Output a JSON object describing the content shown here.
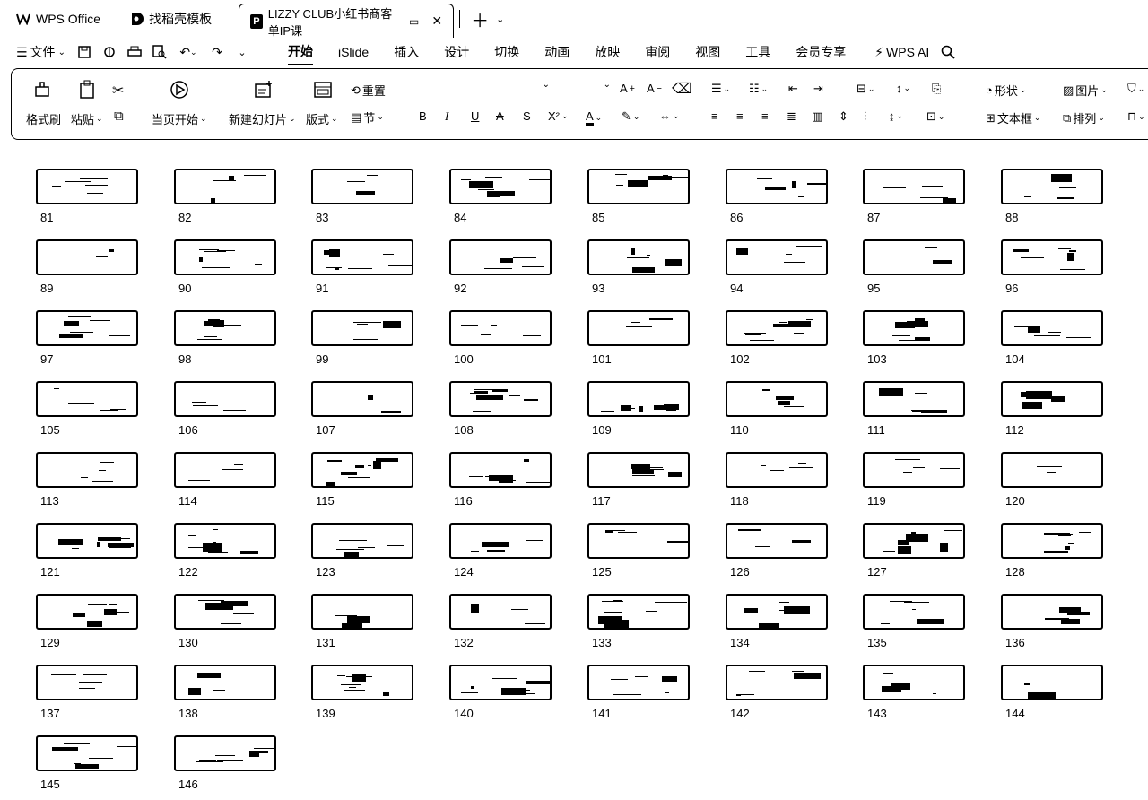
{
  "tabs": [
    {
      "label": "WPS Office",
      "icon": "wps-logo-icon"
    },
    {
      "label": "找稻壳模板",
      "icon": "docer-icon"
    },
    {
      "label": "LIZZY CLUB小红书商客单IP课",
      "icon": "ppt-file-icon",
      "active": true
    }
  ],
  "menu": {
    "file": "文件",
    "tabs": [
      "开始",
      "iSlide",
      "插入",
      "设计",
      "切换",
      "动画",
      "放映",
      "审阅",
      "视图",
      "工具",
      "会员专享"
    ],
    "active_tab": "开始",
    "wps_ai": "WPS AI"
  },
  "ribbon": {
    "format_painter": "格式刷",
    "paste": "粘贴",
    "from_current": "当页开始",
    "new_slide": "新建幻灯片",
    "layout": "版式",
    "section": "节",
    "reset": "重置",
    "bold": "B",
    "italic": "I",
    "underline": "U",
    "strike": "A",
    "shadow": "S",
    "superscript": "X²",
    "font_color": "A",
    "shape": "形状",
    "picture": "图片",
    "textbox": "文本框",
    "arrange": "排列"
  },
  "slides": {
    "numbers": [
      81,
      82,
      83,
      84,
      85,
      86,
      87,
      88,
      89,
      90,
      91,
      92,
      93,
      94,
      95,
      96,
      97,
      98,
      99,
      100,
      101,
      102,
      103,
      104,
      105,
      106,
      107,
      108,
      109,
      110,
      111,
      112,
      113,
      114,
      115,
      116,
      117,
      118,
      119,
      120,
      121,
      122,
      123,
      124,
      125,
      126,
      127,
      128,
      129,
      130,
      131,
      132,
      133,
      134,
      135,
      136,
      137,
      138,
      139,
      140,
      141,
      142,
      143,
      144,
      145,
      146
    ]
  }
}
